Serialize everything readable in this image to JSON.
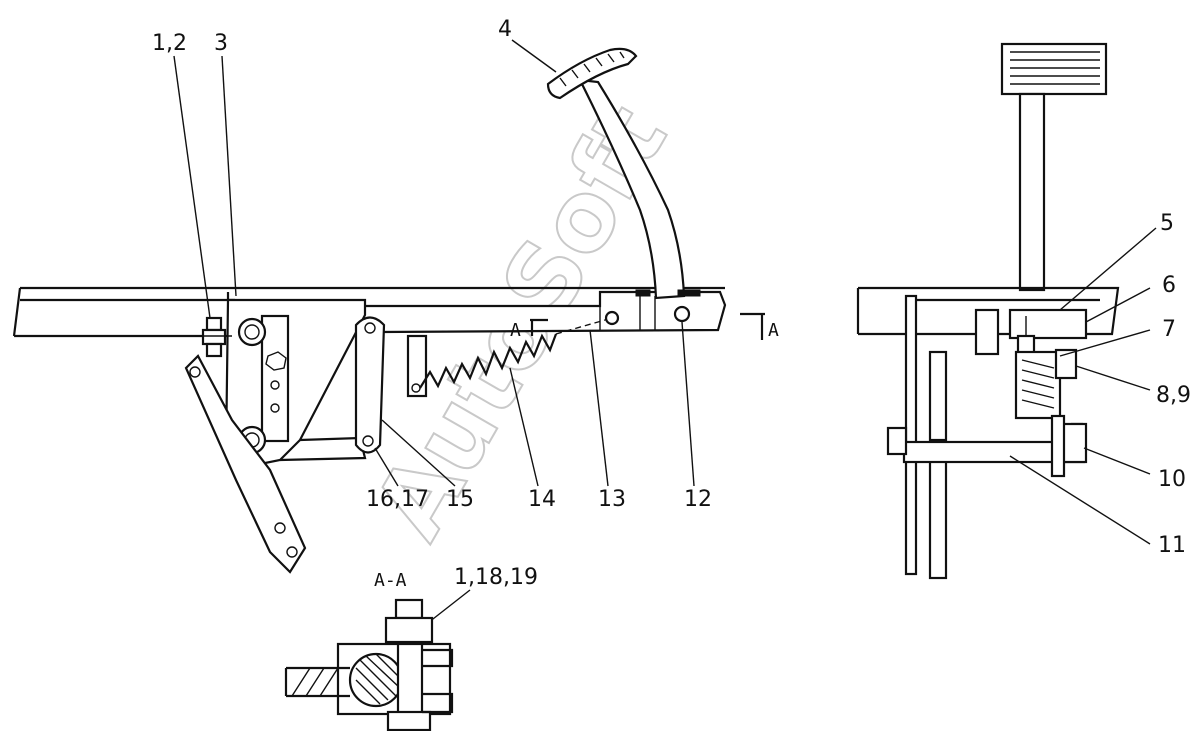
{
  "labels": {
    "l_1_2": "1,2",
    "l_3": "3",
    "l_4": "4",
    "l_5": "5",
    "l_6": "6",
    "l_7": "7",
    "l_8_9": "8,9",
    "l_10": "10",
    "l_11": "11",
    "l_12": "12",
    "l_13": "13",
    "l_14": "14",
    "l_15": "15",
    "l_16_17": "16,17",
    "l_1_18_19": "1,18,19"
  },
  "section": {
    "title": "A-A",
    "marker_left": "A",
    "marker_right": "A"
  },
  "watermark": "AutoSoft"
}
